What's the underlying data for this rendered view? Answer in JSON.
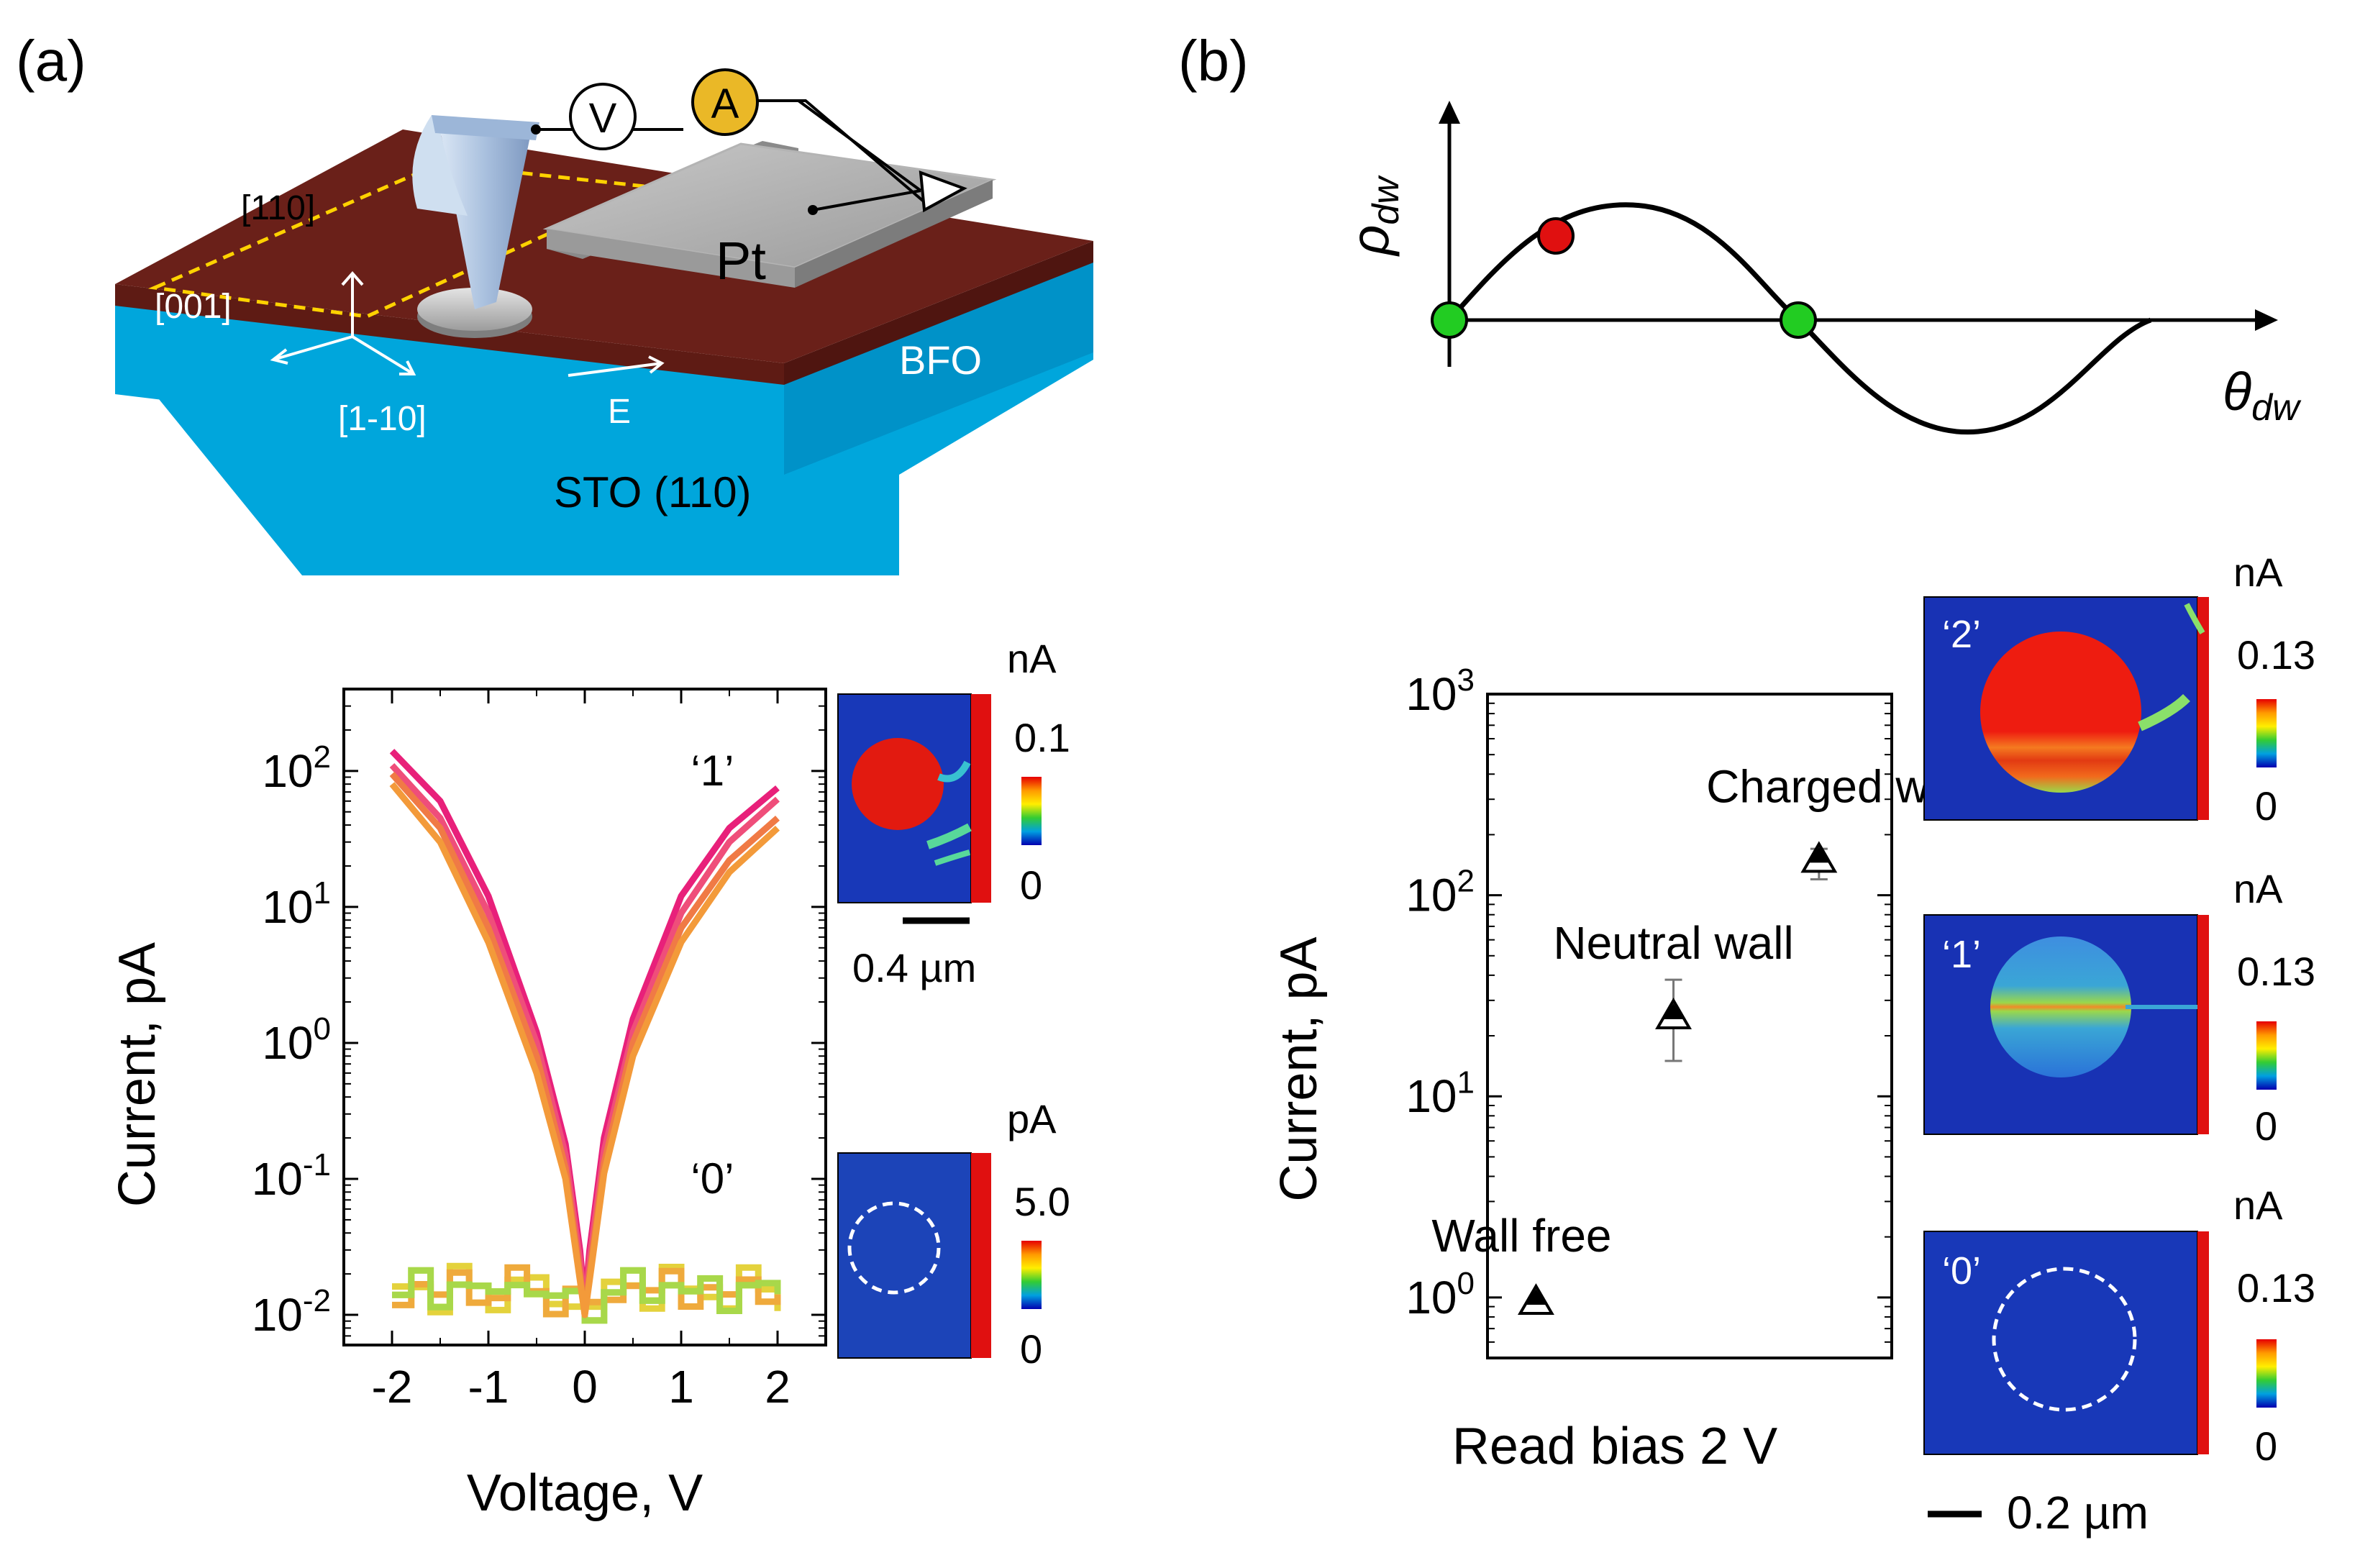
{
  "panel_a": {
    "label": "(a)",
    "schematic": {
      "meter_v": "V",
      "meter_a": "A",
      "electrode": "Pt",
      "film": "BFO",
      "substrate": "STO  (110)",
      "axis_110": "[110]",
      "axis_001": "[001]",
      "axis_1m10": "[1-10]",
      "field": "E"
    },
    "inset_on": {
      "unit": "nA",
      "max": "0.1",
      "min": "0",
      "scalebar": "0.4 µm"
    },
    "inset_off": {
      "unit": "pA",
      "max": "5.0",
      "min": "0"
    }
  },
  "panel_b": {
    "label": "(b)",
    "sketch": {
      "ylabel_main": "ρ",
      "ylabel_sub": "dw",
      "xlabel_main": "θ",
      "xlabel_sub": "dw"
    },
    "map2": {
      "tag": "‘2’",
      "unit": "nA",
      "max": "0.13",
      "min": "0"
    },
    "map1": {
      "tag": "‘1’",
      "unit": "nA",
      "max": "0.13",
      "min": "0"
    },
    "map0": {
      "tag": "‘0’",
      "unit": "nA",
      "max": "0.13",
      "min": "0"
    },
    "scalebar": "0.2 µm"
  },
  "chart_data": [
    {
      "type": "line",
      "xlabel": "Voltage, V",
      "ylabel": "Current, pA",
      "yscale": "log",
      "xlim": [
        -2.5,
        2.5
      ],
      "ylim": [
        0.006,
        400
      ],
      "x_ticks": [
        "-2",
        "-1",
        "0",
        "1",
        "2"
      ],
      "y_ticks": [
        {
          "base": "10",
          "exp": "-2",
          "value": 0.01
        },
        {
          "base": "10",
          "exp": "-1",
          "value": 0.1
        },
        {
          "base": "10",
          "exp": "0",
          "value": 1
        },
        {
          "base": "10",
          "exp": "1",
          "value": 10
        },
        {
          "base": "10",
          "exp": "2",
          "value": 100
        }
      ],
      "annotations": [
        {
          "text": "‘1’",
          "x": 1.1,
          "y": 100
        },
        {
          "text": "‘0’",
          "x": 1.1,
          "y": 0.1
        }
      ],
      "on_colors": [
        "#e8207a",
        "#ef4e7a",
        "#f07a45",
        "#f39a3a"
      ],
      "off_colors": [
        "#c6e04a",
        "#e4d23c",
        "#efaa3c",
        "#a8d84a"
      ],
      "on_curves": [
        {
          "x": [
            -2,
            -1.5,
            -1,
            -0.5,
            -0.2,
            -0.05,
            0,
            0.05,
            0.2,
            0.5,
            1,
            1.5,
            2
          ],
          "y": [
            140,
            60,
            12,
            1.2,
            0.18,
            0.03,
            0.012,
            0.03,
            0.2,
            1.5,
            12,
            38,
            75
          ]
        },
        {
          "x": [
            -2,
            -1.5,
            -1,
            -0.5,
            -0.2,
            -0.05,
            0,
            0.05,
            0.2,
            0.5,
            1,
            1.5,
            2
          ],
          "y": [
            110,
            45,
            9,
            1.0,
            0.15,
            0.025,
            0.011,
            0.025,
            0.16,
            1.2,
            9,
            30,
            62
          ]
        },
        {
          "x": [
            -2,
            -1.5,
            -1,
            -0.5,
            -0.2,
            -0.05,
            0,
            0.05,
            0.2,
            0.5,
            1,
            1.5,
            2
          ],
          "y": [
            95,
            38,
            7,
            0.8,
            0.12,
            0.02,
            0.01,
            0.02,
            0.13,
            1.0,
            7,
            22,
            45
          ]
        },
        {
          "x": [
            -2,
            -1.5,
            -1,
            -0.5,
            -0.2,
            -0.05,
            0,
            0.05,
            0.2,
            0.5,
            1,
            1.5,
            2
          ],
          "y": [
            80,
            30,
            5.5,
            0.6,
            0.1,
            0.018,
            0.01,
            0.018,
            0.11,
            0.8,
            5.5,
            18,
            38
          ]
        }
      ],
      "off_curve": {
        "x": [
          -2,
          -1.8,
          -1.6,
          -1.4,
          -1.2,
          -1,
          -0.8,
          -0.6,
          -0.4,
          -0.2,
          0,
          0.2,
          0.4,
          0.6,
          0.8,
          1,
          1.2,
          1.4,
          1.6,
          1.8,
          2
        ],
        "y": [
          0.014,
          0.018,
          0.012,
          0.02,
          0.015,
          0.013,
          0.019,
          0.016,
          0.012,
          0.014,
          0.011,
          0.015,
          0.018,
          0.013,
          0.02,
          0.014,
          0.016,
          0.012,
          0.019,
          0.015,
          0.013
        ]
      }
    },
    {
      "type": "scatter",
      "ylabel": "Current, pA",
      "xlabel": "Read bias 2 V",
      "yscale": "log",
      "ylim": [
        0.5,
        1000
      ],
      "y_ticks": [
        {
          "base": "10",
          "exp": "0",
          "value": 1
        },
        {
          "base": "10",
          "exp": "1",
          "value": 10
        },
        {
          "base": "10",
          "exp": "2",
          "value": 100
        },
        {
          "base": "10",
          "exp": "3",
          "value": 1000
        }
      ],
      "points": [
        {
          "label": "Wall free",
          "value": 0.95,
          "err_low": 0.95,
          "err_high": 0.95
        },
        {
          "label": "Neutral wall",
          "value": 25,
          "err_low": 15,
          "err_high": 38
        },
        {
          "label": "Charged wall",
          "value": 150,
          "err_low": 120,
          "err_high": 170
        }
      ]
    }
  ]
}
